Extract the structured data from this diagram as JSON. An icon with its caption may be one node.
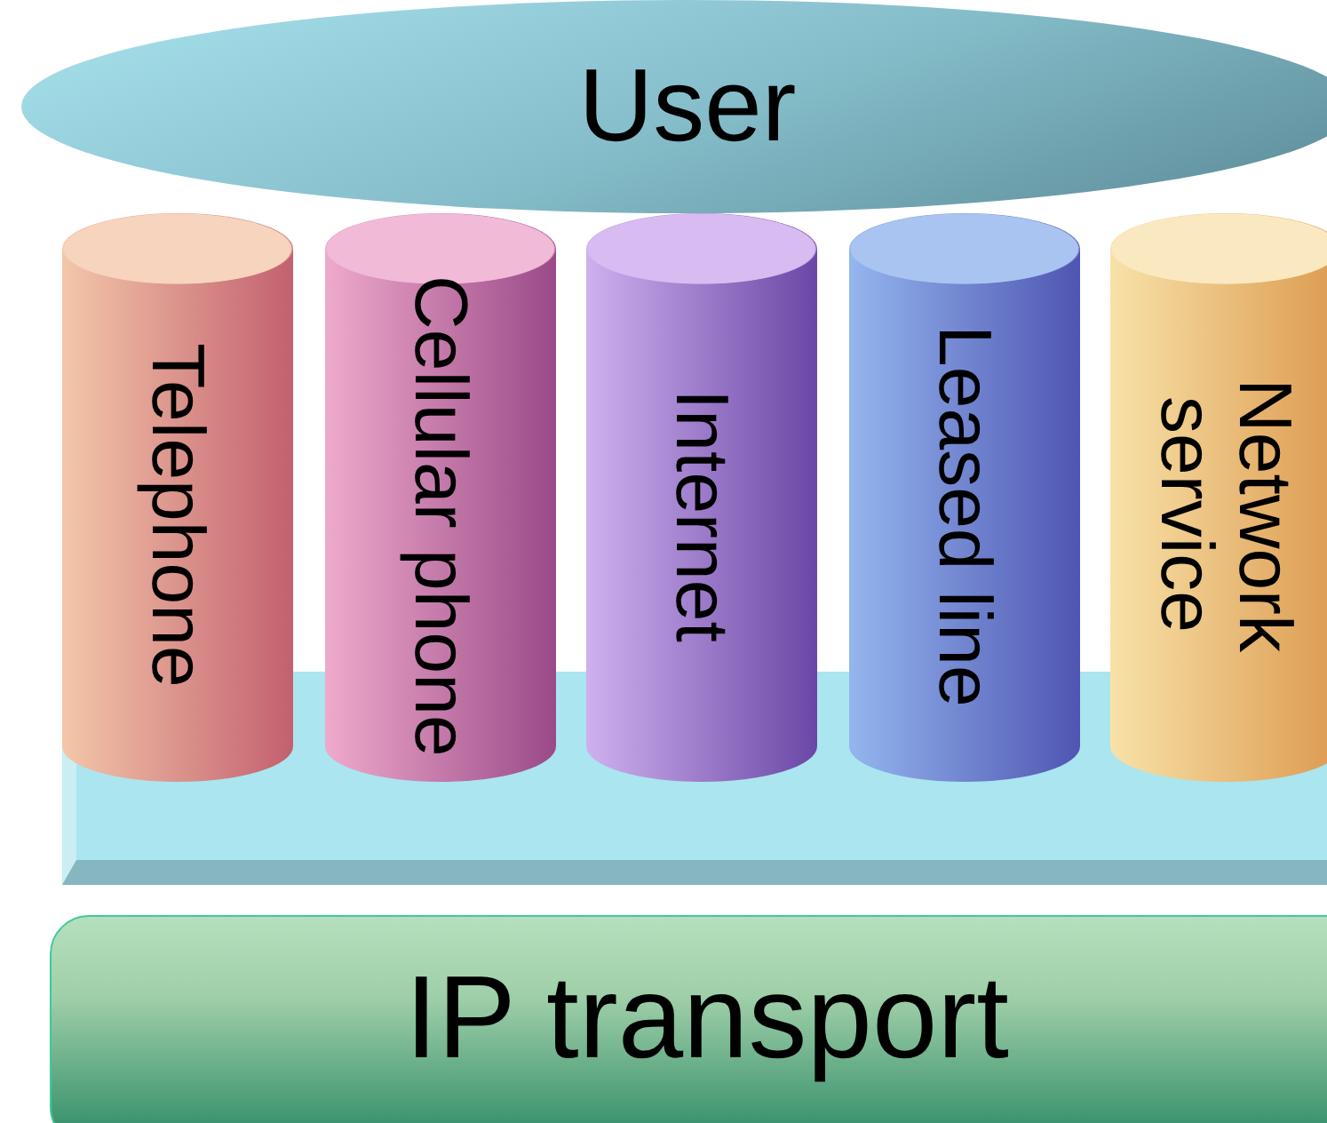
{
  "diagram": {
    "nodes": [
      {
        "text": [
          "User"
        ]
      },
      {
        "text": [
          "Telephone"
        ]
      },
      {
        "text": [
          "Cellular phone"
        ]
      },
      {
        "text": [
          "Internet"
        ]
      },
      {
        "text": [
          "Leased line"
        ]
      },
      {
        "text": [
          "Network service"
        ]
      },
      {
        "text": [],
        "shape": "bar"
      },
      {
        "text": [
          "IP transport"
        ]
      }
    ]
  }
}
